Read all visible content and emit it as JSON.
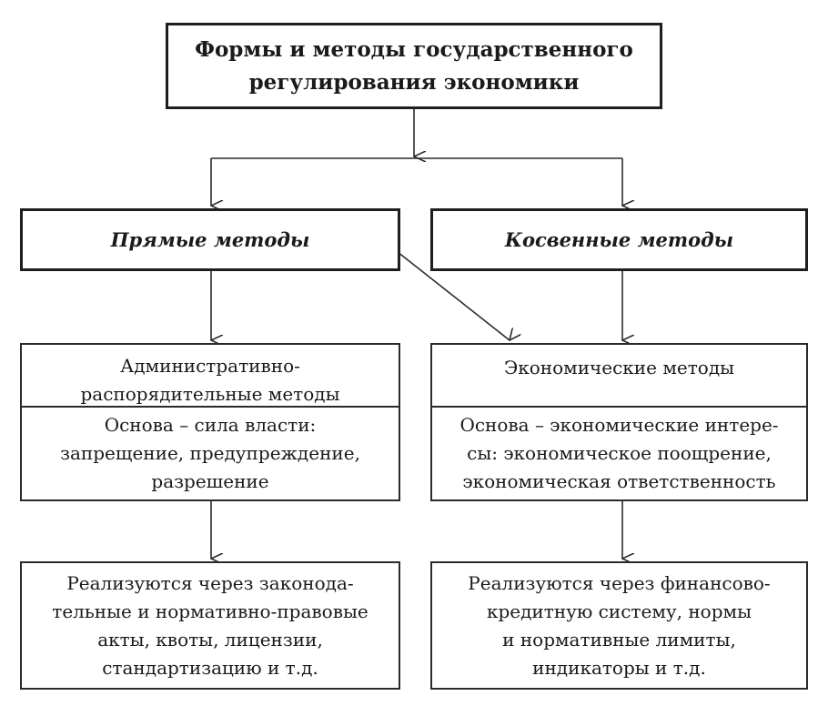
{
  "root": {
    "title_line1": "Формы и методы государственного",
    "title_line2": "регулирования экономики"
  },
  "direct": {
    "label": "Прямые методы",
    "method": {
      "name_line1": "Административно-",
      "name_line2": "распорядительные методы",
      "basis": [
        "Основа – сила власти:",
        "запрещение, предупреждение,",
        "разрешение"
      ]
    },
    "implementation": [
      "Реализуются через законода-",
      "тельные и нормативно-правовые",
      "акты, квоты, лицензии,",
      "стандартизацию и т.д."
    ]
  },
  "indirect": {
    "label": "Косвенные методы",
    "method": {
      "name": "Экономические методы",
      "basis": [
        "Основа – экономические интере-",
        "сы: экономическое поощрение,",
        "экономическая ответственность"
      ]
    },
    "implementation": [
      "Реализуются через финансово-",
      "кредитную систему, нормы",
      "и нормативные лимиты,",
      "индикаторы и т.д."
    ]
  }
}
